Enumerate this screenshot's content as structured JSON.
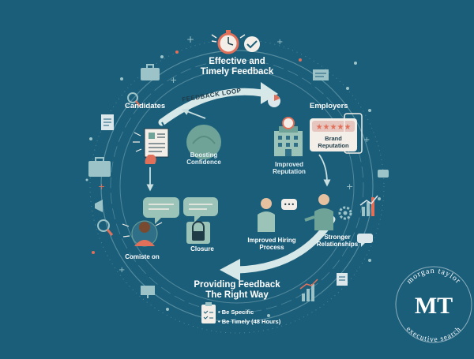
{
  "title": "Effective and\nTimely Feedback",
  "loop_label": "FEEDBACK LOOP",
  "nodes": {
    "candidates": "Candidates",
    "employers": "Employers",
    "boosting_confidence": "Boosting\nConfidence",
    "brand_reputation": "Brand\nReputation",
    "improved_reputation": "Improved\nReputation",
    "improved_hiring": "Improved Hiring\nProcess",
    "stronger_relationships": "Stronger\nRelationships",
    "closure": "Closure",
    "comiste_on": "Comiste on"
  },
  "bottom_title": "Providing Feedback\nThe Right Way",
  "tips": [
    "Be Specific",
    "Be Timely (48 Hours)"
  ],
  "badge": {
    "monogram": "MT",
    "ring_text_top": "morgan taylor",
    "ring_text_bottom": "executive search"
  },
  "colors": {
    "background": "#1b5e7a",
    "accent_teal": "#6fa398",
    "accent_coral": "#e0705a",
    "light": "#dbe7ea",
    "arrow": "#c9dfe0"
  },
  "icons": [
    "stopwatch-icon",
    "checkmark-bubble-icon",
    "briefcase-icon",
    "resume-icon",
    "chat-bubble-icon",
    "lock-icon",
    "building-icon",
    "star-rating-icon",
    "chart-icon",
    "magnifier-icon",
    "clipboard-icon",
    "gear-icon",
    "person-icon"
  ]
}
